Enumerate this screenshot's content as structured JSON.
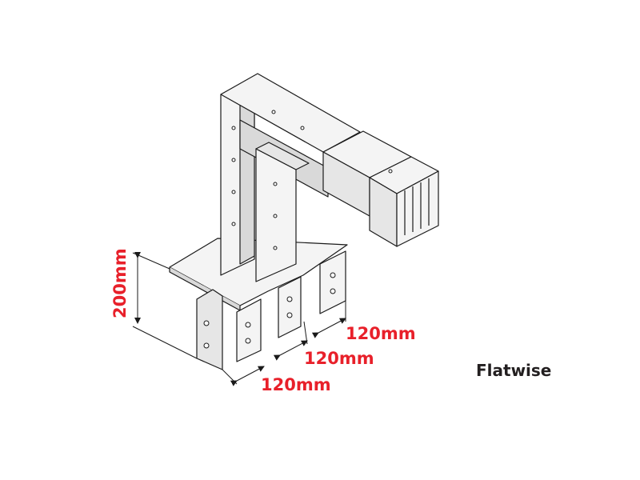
{
  "caption": "Flatwise",
  "dimensions": {
    "height": "200mm",
    "depth_upper": "120mm",
    "depth_middle": "120mm",
    "depth_lower": "120mm"
  },
  "colors": {
    "line": "#1a1a1a",
    "fill": "#f4f4f4",
    "shade": "#d9d9d9",
    "dimension": "#e8202a"
  }
}
